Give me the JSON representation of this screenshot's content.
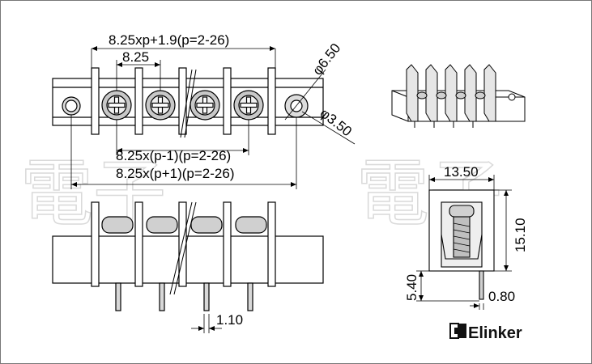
{
  "colors": {
    "line": "#000000",
    "body_fill": "#bfbfbf",
    "pin_fill": "#d0d0d0",
    "screw_fill": "#eeeeee",
    "watermark": "#d9d9d9",
    "background": "#ffffff"
  },
  "dimensions": {
    "overall_length": "8.25xp+1.9(p=2-26)",
    "pitch": "8.25",
    "pin_span": "8.25x(p-1)(p=2-26)",
    "body_span": "8.25x(p+1)(p=2-26)",
    "mount_hole_outer": "φ6.50",
    "mount_hole_inner": "φ3.50",
    "pin_gap": "1.10",
    "depth": "13.50",
    "height": "15.10",
    "pin_length": "5.40",
    "pin_thickness": "0.80"
  },
  "logo": {
    "brand": "Elinker",
    "icon": "elinker-logo-icon"
  },
  "watermark": {
    "text": "電子"
  }
}
